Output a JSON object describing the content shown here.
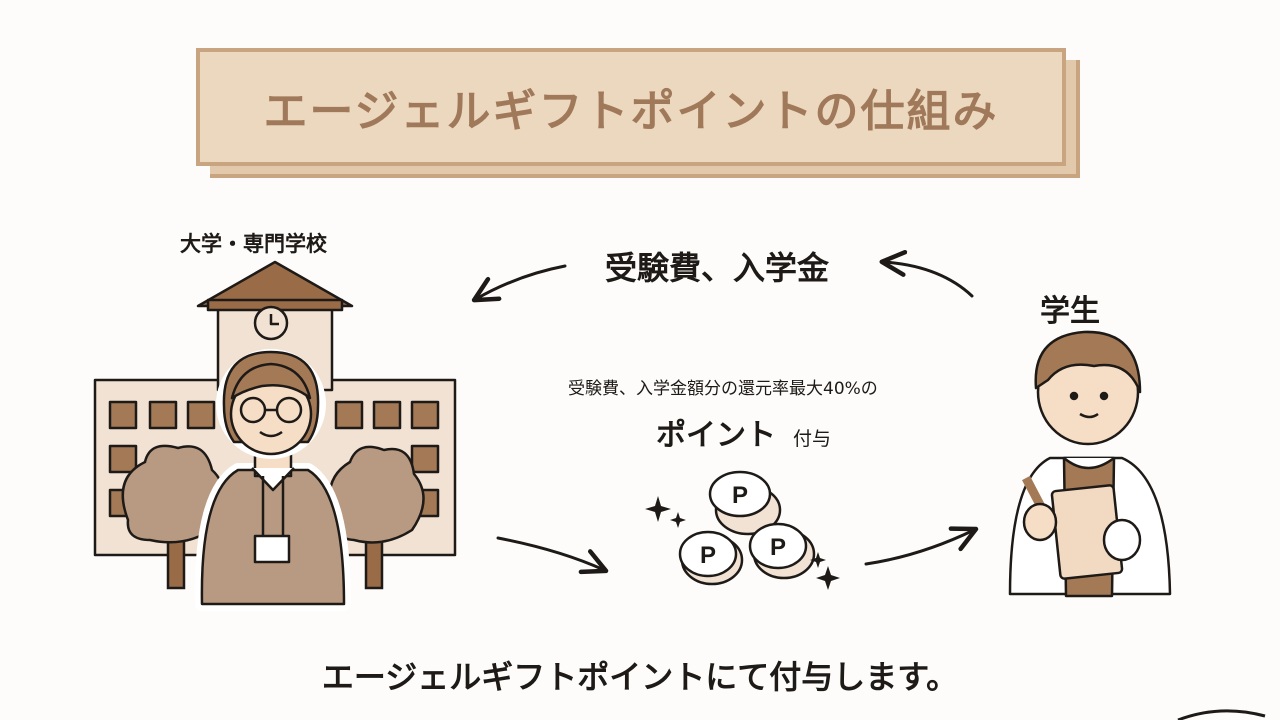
{
  "title": "エージェルギフトポイントの仕組み",
  "nodes": {
    "school_label": "大学・専門学校",
    "student_label": "学生"
  },
  "flows": {
    "fees_label": "受験費、入学金",
    "rate_text": "受験費、入学金額分の還元率最大40%の",
    "point_label": "ポイント",
    "grant_label": "付与",
    "coin_symbol": "P"
  },
  "footer": "エージェルギフトポイントにて付与します。",
  "colors": {
    "title_bg": "#ecd8bf",
    "title_text": "#a0795a",
    "building": "#f1e2d3",
    "roof": "#9a6b47",
    "tree": "#b89a82",
    "skin": "#f6ddc6",
    "hair": "#a47a56"
  }
}
